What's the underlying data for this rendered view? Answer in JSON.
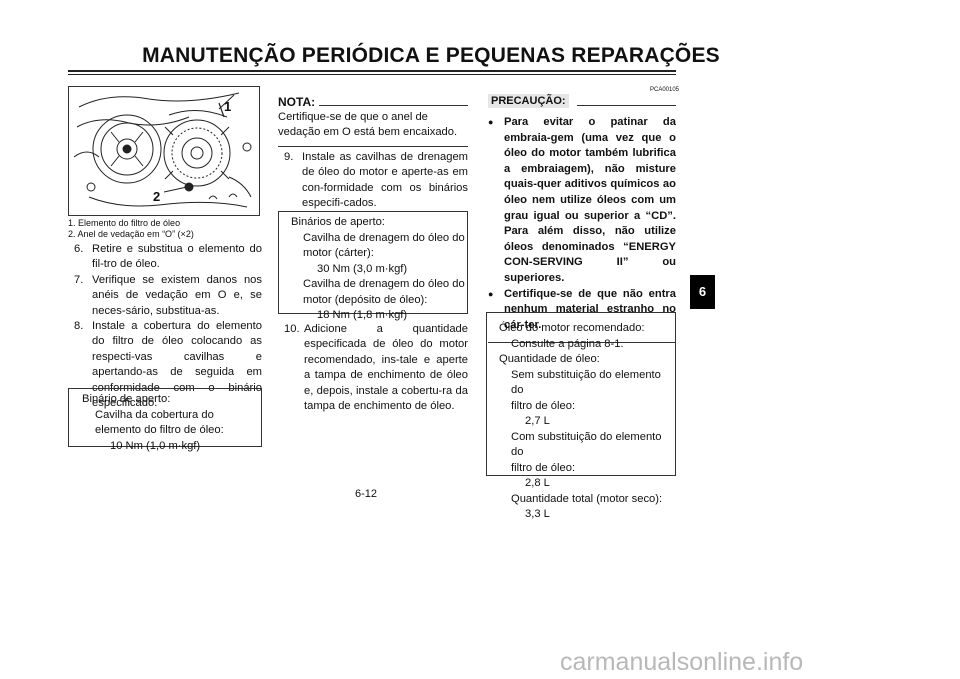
{
  "page": {
    "title": "MANUTENÇÃO PERIÓDICA E PEQUENAS REPARAÇÕES",
    "page_number": "6-12",
    "chapter_tab": "6",
    "watermark": "carmanualsonline.info"
  },
  "figure": {
    "callout_1": "1",
    "callout_2": "2",
    "captions": [
      "1.   Elemento do filtro de óleo",
      "2.   Anel de vedação em “O” (×2)"
    ]
  },
  "left_steps": [
    {
      "num": "6.",
      "text": "Retire e substitua o elemento do fil-tro de óleo."
    },
    {
      "num": "7.",
      "text": "Verifique se existem danos nos anéis de vedação em O e, se neces-sário, substitua-as."
    },
    {
      "num": "8.",
      "text": "Instale a cobertura do elemento do filtro de óleo colocando as respecti-vas cavilhas e apertando-as de seguida em conformidade com o binário especificado."
    }
  ],
  "torque_box_1": {
    "heading": "Binário de aperto:",
    "label_1": "Cavilha da cobertura do",
    "label_2": "elemento do filtro de óleo:",
    "value": "10 Nm (1,0 m·kgf)"
  },
  "nota": {
    "heading": "NOTA:",
    "text": "Certifique-se de que o anel de vedação em O está bem encaixado."
  },
  "middle_steps": [
    {
      "num": "9.",
      "text": "Instale as cavilhas de drenagem de óleo do motor e aperte-as em con-formidade com os binários especifi-cados."
    },
    {
      "num": "10.",
      "text": "Adicione a quantidade especificada de óleo do motor recomendado, ins-tale e aperte a tampa de enchimento de óleo e, depois, instale a cobertu-ra da tampa de enchimento de óleo."
    }
  ],
  "torque_box_2": {
    "heading": "Binários de aperto:",
    "item_1_label_1": "Cavilha de drenagem do óleo do",
    "item_1_label_2": "motor (cárter):",
    "item_1_value": "30 Nm (3,0 m·kgf)",
    "item_2_label_1": "Cavilha de drenagem do óleo do",
    "item_2_label_2": "motor (depósito de óleo):",
    "item_2_value": "18 Nm (1,8 m·kgf)"
  },
  "caution": {
    "code": "PCA00105",
    "heading": "PRECAUÇÃO:",
    "bullet_symbol": "●",
    "bullets": [
      "Para evitar o patinar da embraia-gem (uma vez que o óleo do motor também lubrifica a embraiagem), não misture quais-quer aditivos químicos ao óleo nem utilize óleos com um grau igual ou superior a “CD”. Para além disso, não utilize óleos denominados “ENERGY CON-SERVING II” ou superiores.",
      "Certifique-se de que não entra nenhum material estranho no cár-ter."
    ]
  },
  "oil_box": {
    "heading": "Óleo do motor recomendado:",
    "ref": "Consulte a página 8-1.",
    "qty_heading": "Quantidade de óleo:",
    "without_1": "Sem substituição do elemento do",
    "without_2": "filtro de óleo:",
    "without_value": "2,7 L",
    "with_1": "Com substituição do elemento do",
    "with_2": "filtro de óleo:",
    "with_value": "2,8 L",
    "total": "Quantidade total (motor seco):",
    "total_value": "3,3 L"
  }
}
